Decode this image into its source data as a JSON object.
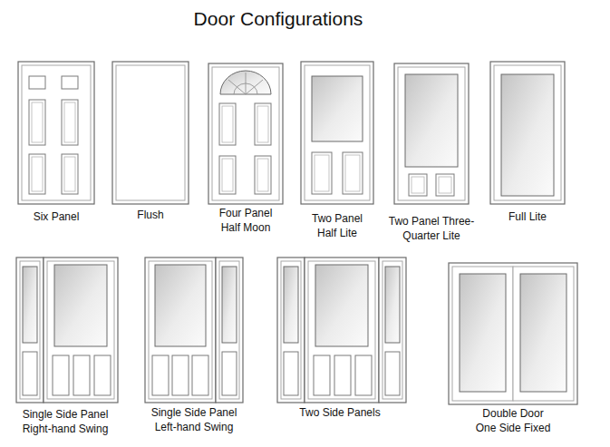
{
  "diagram": {
    "title": "Door Configurations",
    "labels": [
      "Six Panel",
      "Flush",
      "Four Panel Half Moon",
      "Two Panel Half Lite",
      "Two Panel Three-Quarter Lite",
      "Full Lite",
      "Single Side Panel Right-hand Swing",
      "Single Side Panel Left-hand Swing",
      "Two Side Panels",
      "Double Door One Side Fixed"
    ]
  }
}
